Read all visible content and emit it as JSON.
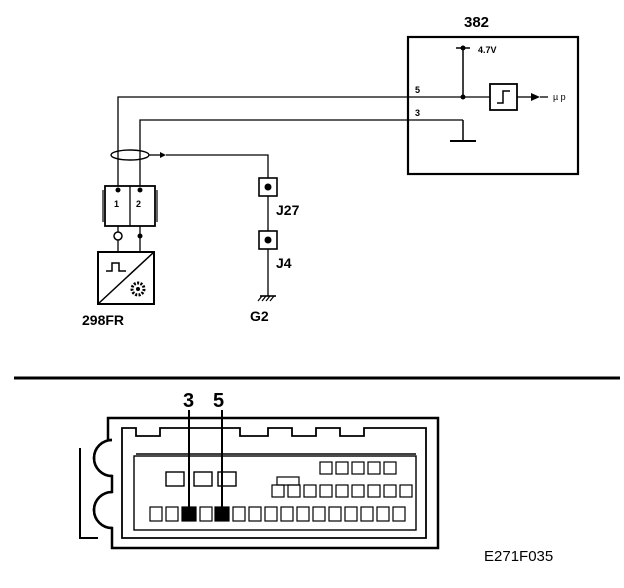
{
  "ecu": {
    "label": "382",
    "supply": "4.7V",
    "pin_upper": "5",
    "pin_lower": "3",
    "output": "µ p"
  },
  "connector": {
    "pin_left": "1",
    "pin_right": "2"
  },
  "sensor": {
    "label": "298FR"
  },
  "junctions": {
    "upper": "J27",
    "lower": "J4"
  },
  "ground": {
    "label": "G2"
  },
  "connector_view": {
    "pin_a": "3",
    "pin_b": "5"
  },
  "figure_code": "E271F035"
}
